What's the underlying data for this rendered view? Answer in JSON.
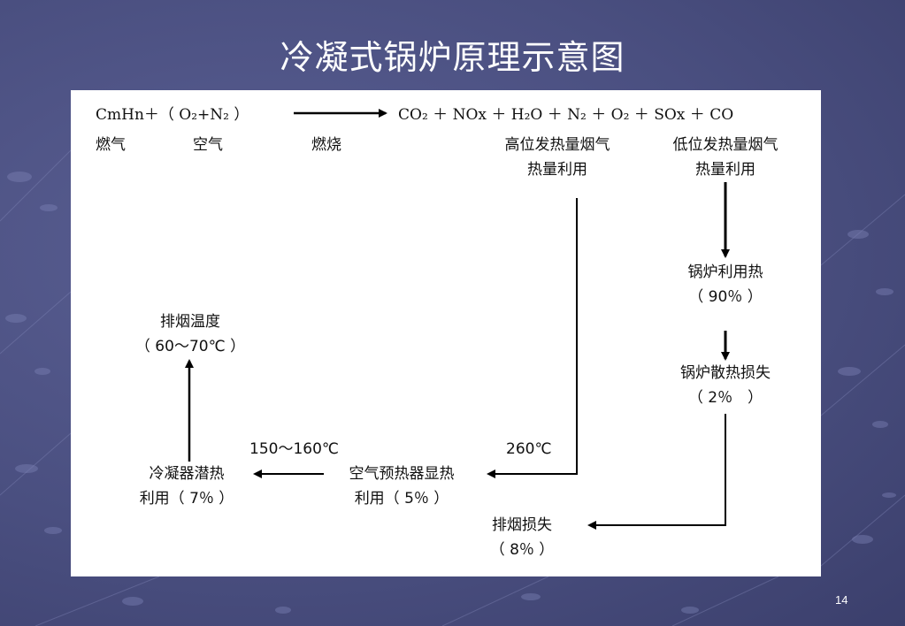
{
  "title": "冷凝式锅炉原理示意图",
  "page_number": "14",
  "equation": {
    "left": "CmHn＋（ O₂+N₂ ）",
    "right": "CO₂ ＋ NOx ＋ H₂O ＋ N₂ ＋ O₂ ＋ SOx ＋ CO"
  },
  "labels": {
    "fuel": "燃气",
    "air": "空气",
    "combustion": "燃烧",
    "hhv_line1": "高位发热量烟气",
    "hhv_line2": "热量利用",
    "lhv_line1": "低位发热量烟气",
    "lhv_line2": "热量利用",
    "boiler_use": "锅炉利用热",
    "boiler_use_pct": "（ 90％ ）",
    "boiler_loss": "锅炉散热损失",
    "boiler_loss_pct": "（ 2％　）",
    "exhaust_loss": "排烟损失",
    "exhaust_loss_pct": "（ 8％ ）",
    "preheater": "空气预热器显热",
    "preheater_pct": "利用（ 5％ ）",
    "condenser": "冷凝器潜热",
    "condenser_pct": "利用（ 7％ ）",
    "exhaust_temp": "排烟温度",
    "exhaust_temp_range": "（ 60～70℃ ）",
    "temp_260": "260℃",
    "temp_150_160": "150～160℃"
  }
}
